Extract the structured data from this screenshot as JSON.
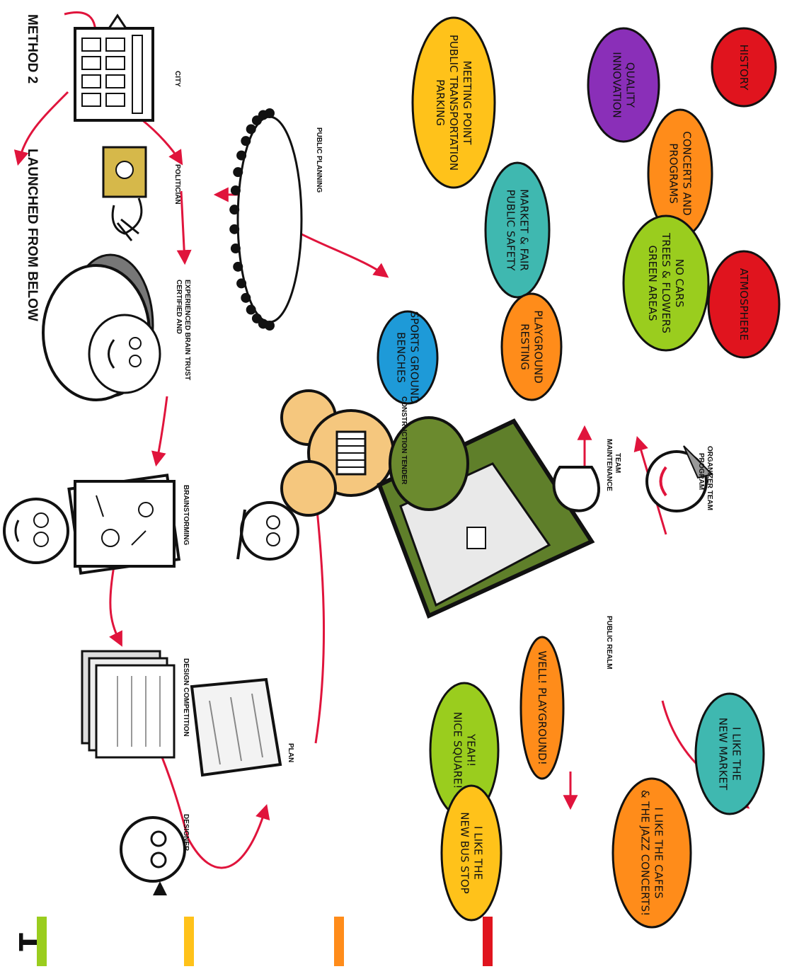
{
  "header": {
    "method": "METHOD 2",
    "title": "LAUNCHED FROM BELOW",
    "page_number": "1"
  },
  "color_bars": [
    "#9acd1e",
    "#ffc21a",
    "#ff8c1a",
    "#e0141e"
  ],
  "nodes": {
    "city": "CITY",
    "politician": "POLITICIAN",
    "brain_trust_line1": "CERTIFIED AND",
    "brain_trust_line2": "EXPERIENCED BRAIN TRUST",
    "public_planning": "PUBLIC PLANNING",
    "brainstorming": "BRAINSTORMING",
    "design_competition": "DESIGN COMPETITION",
    "designer": "DESIGNER",
    "plan": "PLAN",
    "construction_tender": "CONSTRUCTION TENDER",
    "public_realm": "PUBLIC REALM",
    "maintenance_team_line1": "MAINTENANCE",
    "maintenance_team_line2": "TEAM",
    "program_organizer_line1": "PROGRAM",
    "program_organizer_line2": "ORGANIZER TEAM"
  },
  "wish_bubbles": [
    {
      "lines": [
        "MEETING POINT",
        "PUBLIC TRANSPORTATION",
        "PARKING"
      ],
      "color": "#ffc21a"
    },
    {
      "lines": [
        "MARKET & FAIR",
        "PUBLIC SAFETY"
      ],
      "color": "#3fb8b0"
    },
    {
      "lines": [
        "SPORTS GROUND",
        "BENCHES"
      ],
      "color": "#1e9ad8"
    },
    {
      "lines": [
        "PLAYGROUND",
        "RESTING"
      ],
      "color": "#ff8c1a"
    },
    {
      "lines": [
        "CONCERTS AND",
        "PROGRAMS"
      ],
      "color": "#ff8c1a"
    },
    {
      "lines": [
        "NO CARS",
        "TREES & FLOWERS",
        "GREEN AREAS"
      ],
      "color": "#9acd1e"
    },
    {
      "lines": [
        "QUALITY",
        "INNOVATION"
      ],
      "color": "#8a2fb8"
    },
    {
      "lines": [
        "HISTORY"
      ],
      "color": "#e0141e"
    },
    {
      "lines": [
        "ATMOSPHERE"
      ],
      "color": "#e0141e"
    }
  ],
  "feedback_bubbles": [
    {
      "lines": [
        "YEAH!",
        "NICE SQUARE!"
      ],
      "color": "#9acd1e"
    },
    {
      "lines": [
        "I LIKE THE",
        "NEW BUS STOP"
      ],
      "color": "#ffc21a"
    },
    {
      "lines": [
        "WELL! PLAYGROUND!"
      ],
      "color": "#ff8c1a"
    },
    {
      "lines": [
        "I LIKE THE CAFES",
        "& THE JAZZ CONCERTS!"
      ],
      "color": "#ff8c1a"
    },
    {
      "lines": [
        "I LIKE THE",
        "NEW MARKET"
      ],
      "color": "#3fb8b0"
    }
  ],
  "icons": {
    "city": "city-hall-icon",
    "politician": "politician-icon",
    "brain_trust": "brain-trust-icon",
    "public_planning": "crowd-table-icon",
    "brainstorming": "sketch-papers-icon",
    "design_competition": "design-sheets-icon",
    "designer": "designer-face-icon",
    "plan": "site-plan-icon",
    "construction_tender": "builders-icon",
    "public_realm": "park-plaza-icon",
    "maintenance_team": "maintenance-hand-icon",
    "program_organizer": "organizer-face-icon"
  }
}
